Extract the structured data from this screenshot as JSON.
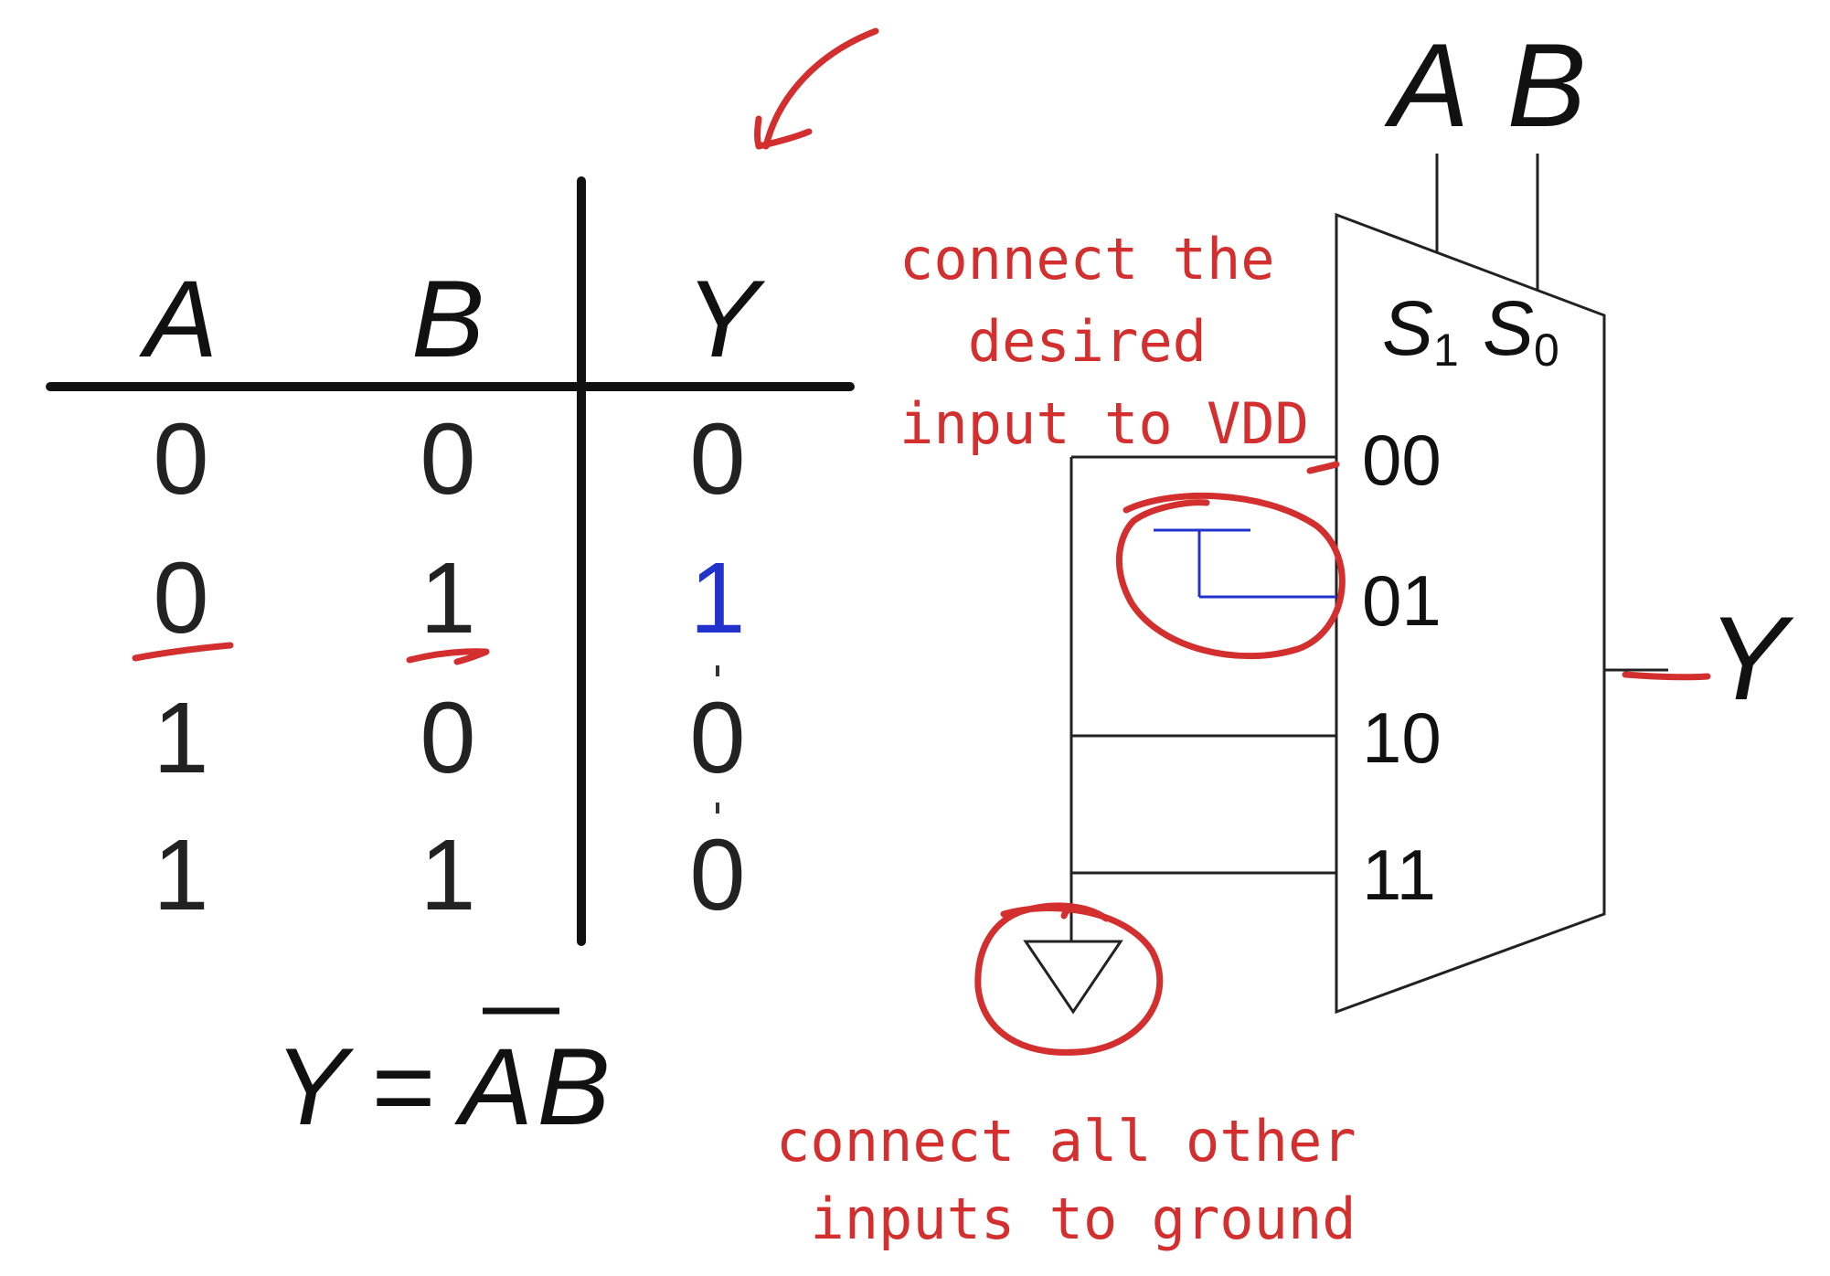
{
  "truth_table": {
    "headers": [
      "A",
      "B",
      "Y"
    ],
    "rows": [
      [
        "0",
        "0",
        "0"
      ],
      [
        "0",
        "1",
        "1"
      ],
      [
        "1",
        "0",
        "0"
      ],
      [
        "1",
        "1",
        "0"
      ]
    ],
    "highlight_row": 1,
    "highlight_color": "#2233cc"
  },
  "equation": {
    "lhs": "Y",
    "eq": "=",
    "rhs_negated": "A",
    "rhs_rest": "B"
  },
  "mux": {
    "inputs_top": [
      "A",
      "B"
    ],
    "select_labels": [
      {
        "base": "S",
        "sub": "1"
      },
      {
        "base": "S",
        "sub": "0"
      }
    ],
    "data_inputs": [
      "00",
      "01",
      "10",
      "11"
    ],
    "output": "Y",
    "vdd_input": "01",
    "gnd_inputs": [
      "00",
      "10",
      "11"
    ]
  },
  "annotations": {
    "note_vdd": [
      "connect the",
      "desired",
      "input to VDD"
    ],
    "note_gnd": [
      "connect all other",
      "inputs to ground"
    ],
    "ink_color": "#d32f2f",
    "vdd_wire_color": "#2233cc"
  }
}
